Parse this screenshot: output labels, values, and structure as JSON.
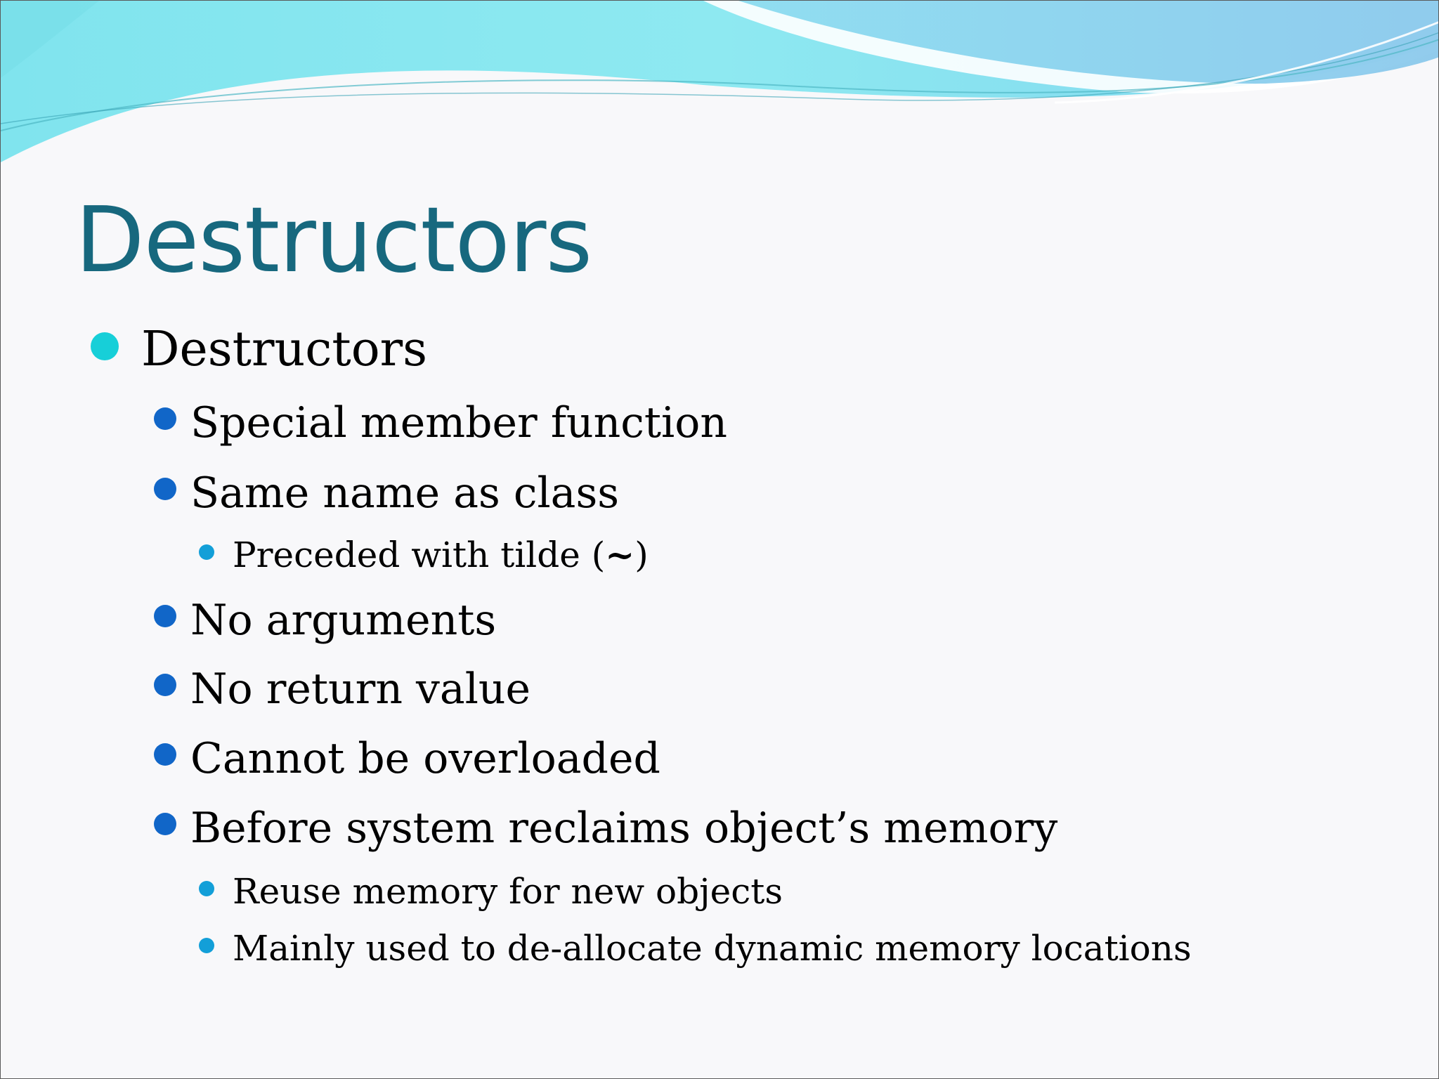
{
  "slide": {
    "title": "Destructors",
    "bullets": [
      {
        "level": 1,
        "text": "Destructors"
      },
      {
        "level": 2,
        "text": "Special member function"
      },
      {
        "level": 2,
        "text": "Same name as class"
      },
      {
        "level": 3,
        "text_before": "Preceded with tilde (",
        "text_emph": "~",
        "text_after": ")"
      },
      {
        "level": 2,
        "text": "No arguments"
      },
      {
        "level": 2,
        "text": "No return value"
      },
      {
        "level": 2,
        "text": "Cannot be overloaded"
      },
      {
        "level": 2,
        "text": "Before system reclaims object’s memory"
      },
      {
        "level": 3,
        "text": "Reuse memory for new objects"
      },
      {
        "level": 3,
        "text": "Mainly used to de-allocate dynamic memory locations"
      }
    ]
  },
  "colors": {
    "title": "#17687e",
    "bullet_level1": "#17cfd8",
    "bullet_level2": "#1166c8",
    "bullet_level3": "#139fd8",
    "wave_light": "#8ee9f1",
    "wave_blue": "#7fc9ea"
  }
}
